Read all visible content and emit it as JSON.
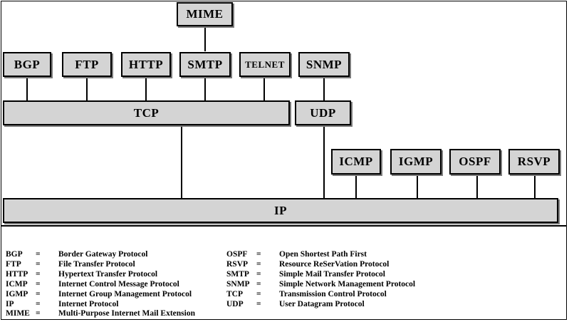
{
  "diagram": {
    "boxes": {
      "mime": "MIME",
      "bgp": "BGP",
      "ftp": "FTP",
      "http": "HTTP",
      "smtp": "SMTP",
      "telnet": "TELNET",
      "snmp": "SNMP",
      "tcp": "TCP",
      "udp": "UDP",
      "icmp": "ICMP",
      "igmp": "IGMP",
      "ospf": "OSPF",
      "rsvp": "RSVP",
      "ip": "IP"
    }
  },
  "legend": {
    "left": [
      {
        "abbr": "BGP",
        "eq": "=",
        "desc": "Border Gateway Protocol"
      },
      {
        "abbr": "FTP",
        "eq": "=",
        "desc": "File Transfer Protocol"
      },
      {
        "abbr": "HTTP",
        "eq": "=",
        "desc": "Hypertext Transfer Protocol"
      },
      {
        "abbr": "ICMP",
        "eq": "=",
        "desc": "Internet Control Message Protocol"
      },
      {
        "abbr": "IGMP",
        "eq": "=",
        "desc": "Internet Group Management Protocol"
      },
      {
        "abbr": "IP",
        "eq": "=",
        "desc": "Internet Protocol"
      },
      {
        "abbr": "MIME",
        "eq": "=",
        "desc": "Multi-Purpose Internet Mail Extension"
      }
    ],
    "right": [
      {
        "abbr": "OSPF",
        "eq": "=",
        "desc": "Open Shortest Path First"
      },
      {
        "abbr": "RSVP",
        "eq": "=",
        "desc": "Resource ReSerVation Protocol"
      },
      {
        "abbr": "SMTP",
        "eq": "=",
        "desc": "Simple Mail Transfer Protocol"
      },
      {
        "abbr": "SNMP",
        "eq": "=",
        "desc": "Simple Network Management Protocol"
      },
      {
        "abbr": "TCP",
        "eq": "=",
        "desc": "Transmission Control Protocol"
      },
      {
        "abbr": "UDP",
        "eq": "=",
        "desc": "User Datagram Protocol"
      }
    ]
  }
}
